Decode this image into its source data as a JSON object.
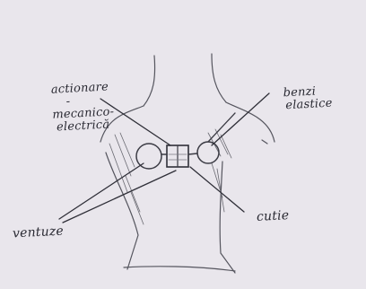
{
  "labels": {
    "actuator": [
      "actionare",
      "-",
      "mecanico-",
      "electrică"
    ],
    "bands": [
      "benzi",
      "elastice"
    ],
    "suction_cups": "ventuze",
    "box": "cutie"
  }
}
